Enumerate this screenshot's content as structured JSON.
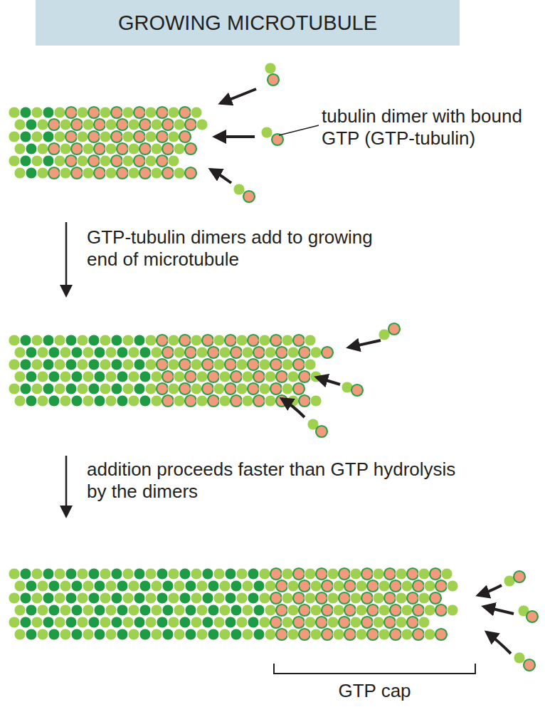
{
  "diagram": {
    "title": "GROWING MICROTUBULE",
    "labels": [
      "tubulin dimer with bound GTP (GTP-tubulin)",
      "GTP-tubulin dimers add to growing end of microtubule",
      "addition proceeds faster than GTP hydrolysis by the dimers",
      "GTP cap"
    ]
  }
}
